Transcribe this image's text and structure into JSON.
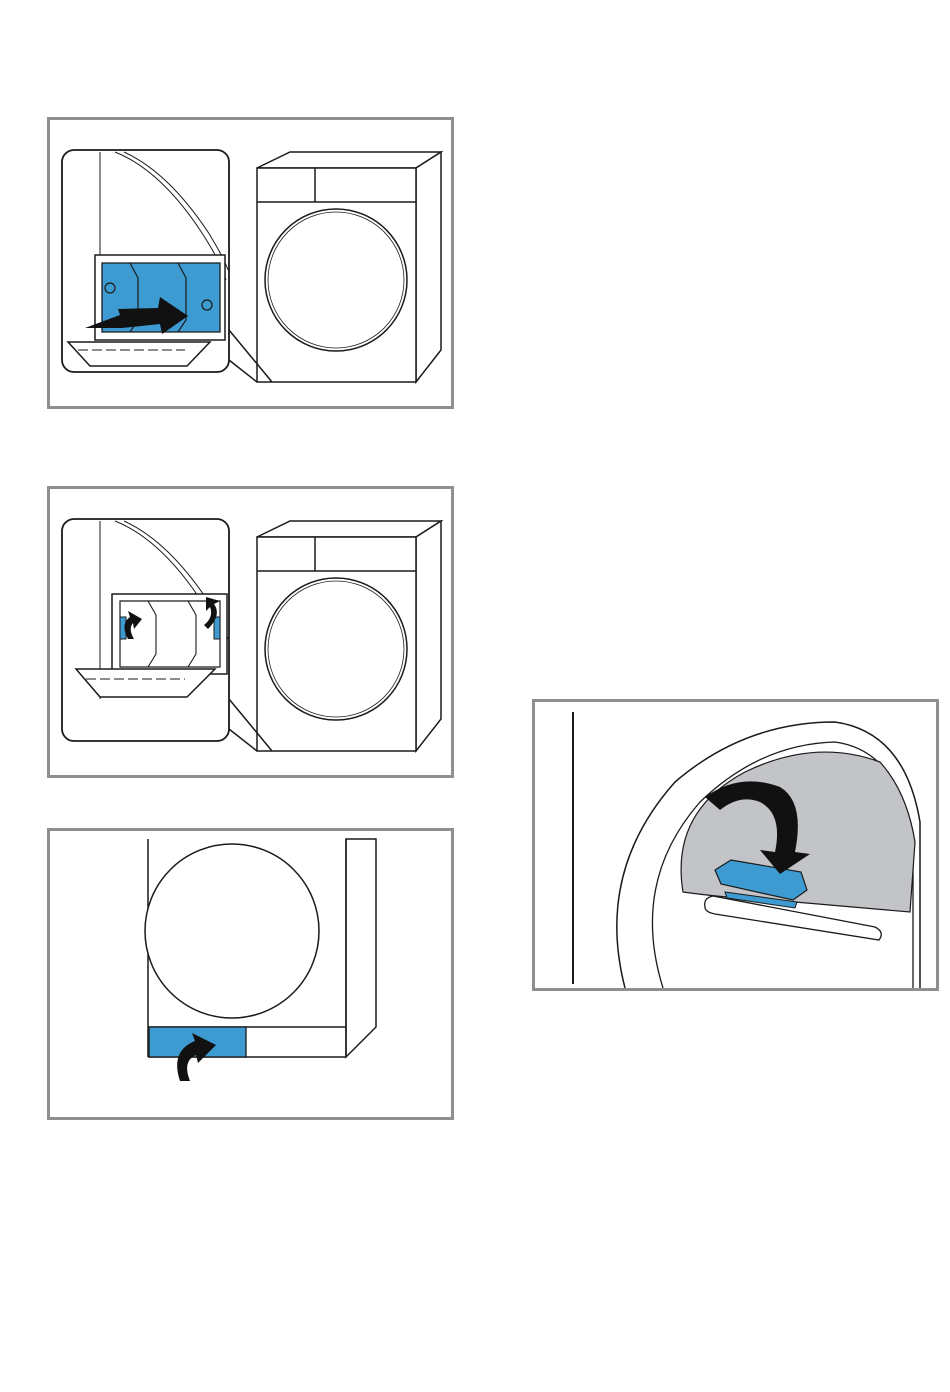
{
  "figures": [
    {
      "id": "insert-condenser",
      "icon": "condenser-insert-illustration"
    },
    {
      "id": "lock-levers",
      "icon": "lever-lock-illustration"
    },
    {
      "id": "close-maintenance-flap",
      "icon": "flap-close-illustration"
    },
    {
      "id": "insert-fluff-filter",
      "icon": "fluff-filter-illustration"
    }
  ],
  "colors": {
    "accent": "#3d9bd1",
    "frame": "#8f8f8f",
    "line": "#1a1a1a",
    "drum_interior": "#c2c4c7",
    "arrow": "#111111"
  }
}
